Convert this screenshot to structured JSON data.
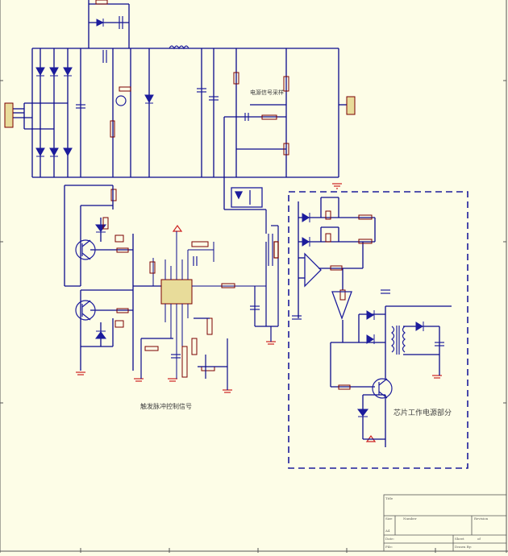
{
  "labels": {
    "sample_label": "电源信号采样",
    "trigger_label": "触发脉冲控制信号",
    "chip_power_label": "芯片工作电源部分"
  },
  "title_block": {
    "row_title": "Title",
    "row_size": "Size",
    "row_size_value": "A4",
    "row_number": "Number",
    "row_revision": "Revision",
    "row_date": "Date:",
    "row_file": "File:",
    "row_sheet": "Sheet",
    "row_of": "of",
    "row_drawn_by": "Drawn By:"
  },
  "colors": {
    "background": "#fdfde7",
    "wire": "#0a0a8c",
    "component": "#1c1c9c",
    "resistor": "#7a0000",
    "part_fill": "#e8dc9a",
    "ground": "#cc2222",
    "text": "#404040"
  }
}
